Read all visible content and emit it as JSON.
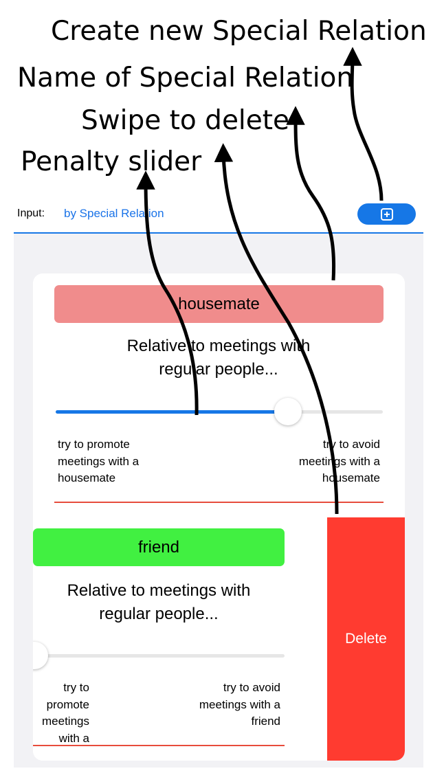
{
  "annotations": {
    "create_new": "Create new Special Relation",
    "name_of_relation": "Name of Special Relation",
    "swipe_to_delete": "Swipe to delete",
    "penalty_slider": "Penalty slider"
  },
  "toolbar": {
    "input_label": "Input:",
    "input_value": "by Special Relation",
    "add_icon": "plus-square-icon"
  },
  "relations": [
    {
      "name": "housemate",
      "color": "#f08c8c",
      "description": "Relative to meetings with regular people...",
      "penalty_fraction": 0.71,
      "promote_hint": "try to promote meetings with a housemate",
      "avoid_hint": "try to avoid meetings with a housemate"
    },
    {
      "name": "friend",
      "color": "#41f041",
      "description": "Relative to meetings with regular people...",
      "penalty_fraction": 0.0,
      "promote_hint": "try to promote meetings with a",
      "avoid_hint": "try to avoid meetings with a friend"
    }
  ],
  "actions": {
    "delete_label": "Delete",
    "delete_color": "#ff3b30"
  },
  "colors": {
    "accent": "#1677e6",
    "separator": "#e74c3c"
  }
}
